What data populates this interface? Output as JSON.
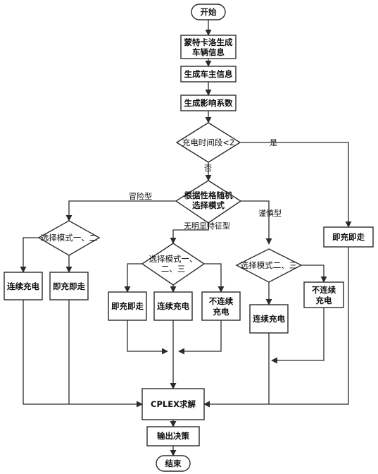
{
  "nodes": {
    "start": "开始",
    "monte_carlo_line1": "蒙特卡洛生成",
    "monte_carlo_line2": "车辆信息",
    "gen_owner": "生成车主信息",
    "gen_factor": "生成影响系数",
    "decision_time": "充电时间段<2",
    "random_mode_line1": "根据性格随机",
    "random_mode_line2": "选择模式",
    "mode_12": "选择模式一、二",
    "mode_123_line1": "选择模式一、",
    "mode_123_line2": "二、三",
    "mode_23": "选择模式二、三",
    "left_continuous": "连续充电",
    "left_immediate": "即充即走",
    "mid_immediate": "即充即走",
    "mid_continuous": "连续充电",
    "mid_noncont_line1": "不连续",
    "mid_noncont_line2": "充电",
    "right_continuous": "连续充电",
    "right_noncont_line1": "不连续",
    "right_noncont_line2": "充电",
    "far_immediate": "即充即走",
    "cplex": "CPLEX求解",
    "output": "输出决策",
    "end": "结束"
  },
  "edge_labels": {
    "yes": "是",
    "no": "否",
    "adventurous": "冒险型",
    "neutral": "无明显特征型",
    "cautious": "谨慎型"
  }
}
